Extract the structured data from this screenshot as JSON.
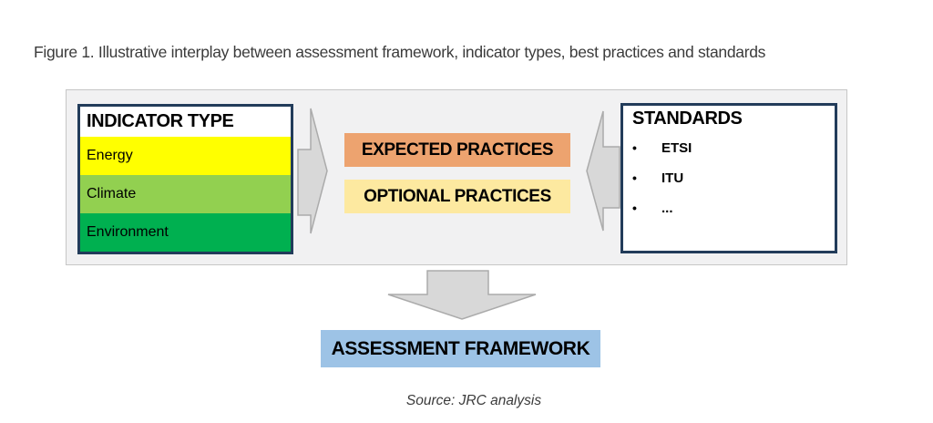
{
  "caption": "Figure 1. Illustrative interplay between assessment framework, indicator types, best practices and standards",
  "indicator": {
    "title": "INDICATOR TYPE",
    "rows": [
      {
        "label": "Energy",
        "color": "#FFFF00"
      },
      {
        "label": "Climate",
        "color": "#92D050"
      },
      {
        "label": "Environment",
        "color": "#00B050"
      }
    ]
  },
  "practices": {
    "expected": {
      "label": "EXPECTED PRACTICES",
      "color": "#EDA36F"
    },
    "optional": {
      "label": "OPTIONAL PRACTICES",
      "color": "#FDE9A0"
    }
  },
  "standards": {
    "title": "STANDARDS",
    "items": [
      "ETSI",
      "ITU",
      "..."
    ]
  },
  "assessment": {
    "label": "ASSESSMENT FRAMEWORK",
    "color": "#9DC3E6"
  },
  "source": "Source: JRC analysis",
  "icons": {
    "right_arrow": "right-arrow-icon",
    "left_arrow": "left-arrow-icon",
    "down_arrow": "down-arrow-icon"
  },
  "colors": {
    "box_border_navy": "#223C5A",
    "arrow_fill": "#D8D8D8",
    "arrow_stroke": "#ABABAB",
    "container_fill": "#F1F1F2",
    "container_border": "#C6C6C6",
    "text_dark": "#3B3B3B"
  }
}
